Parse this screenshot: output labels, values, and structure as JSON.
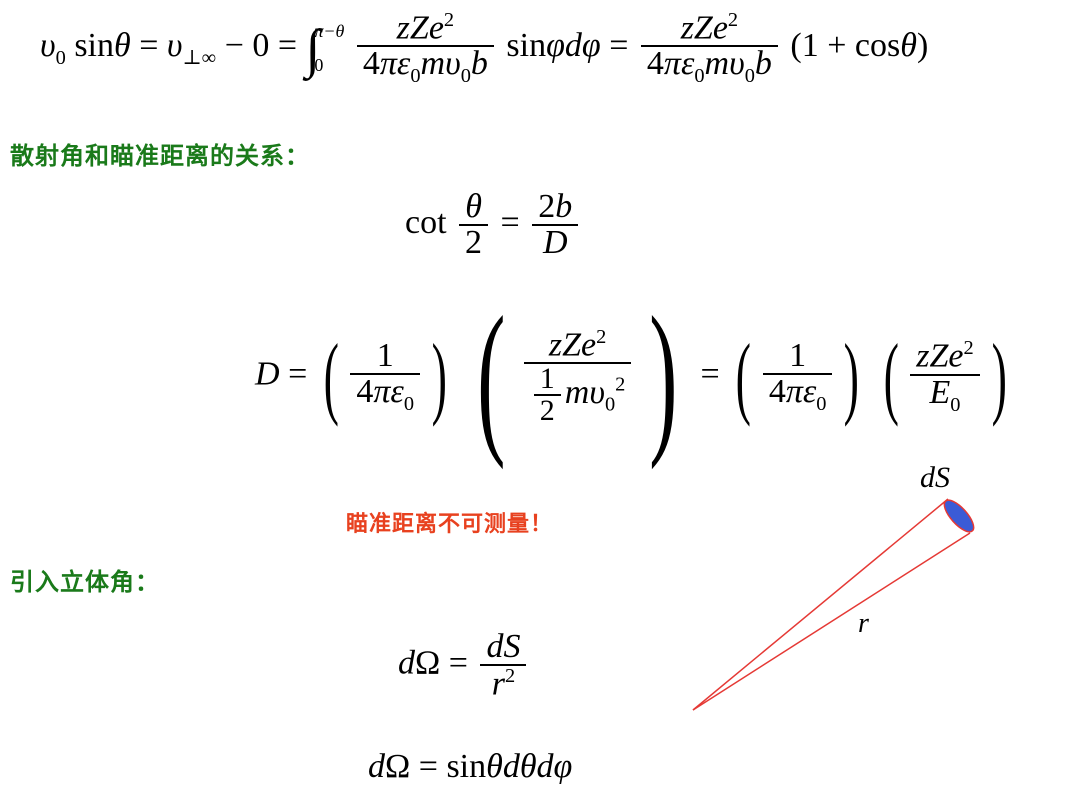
{
  "headings": {
    "relation": "散射角和瞄准距离的关系：",
    "solid_angle": "引入立体角："
  },
  "note": "瞄准距离不可测量！",
  "diagram": {
    "label_dS": "dS",
    "label_r": "r",
    "cone_color": "#e53935",
    "disk_color": "#3b5bd6"
  }
}
